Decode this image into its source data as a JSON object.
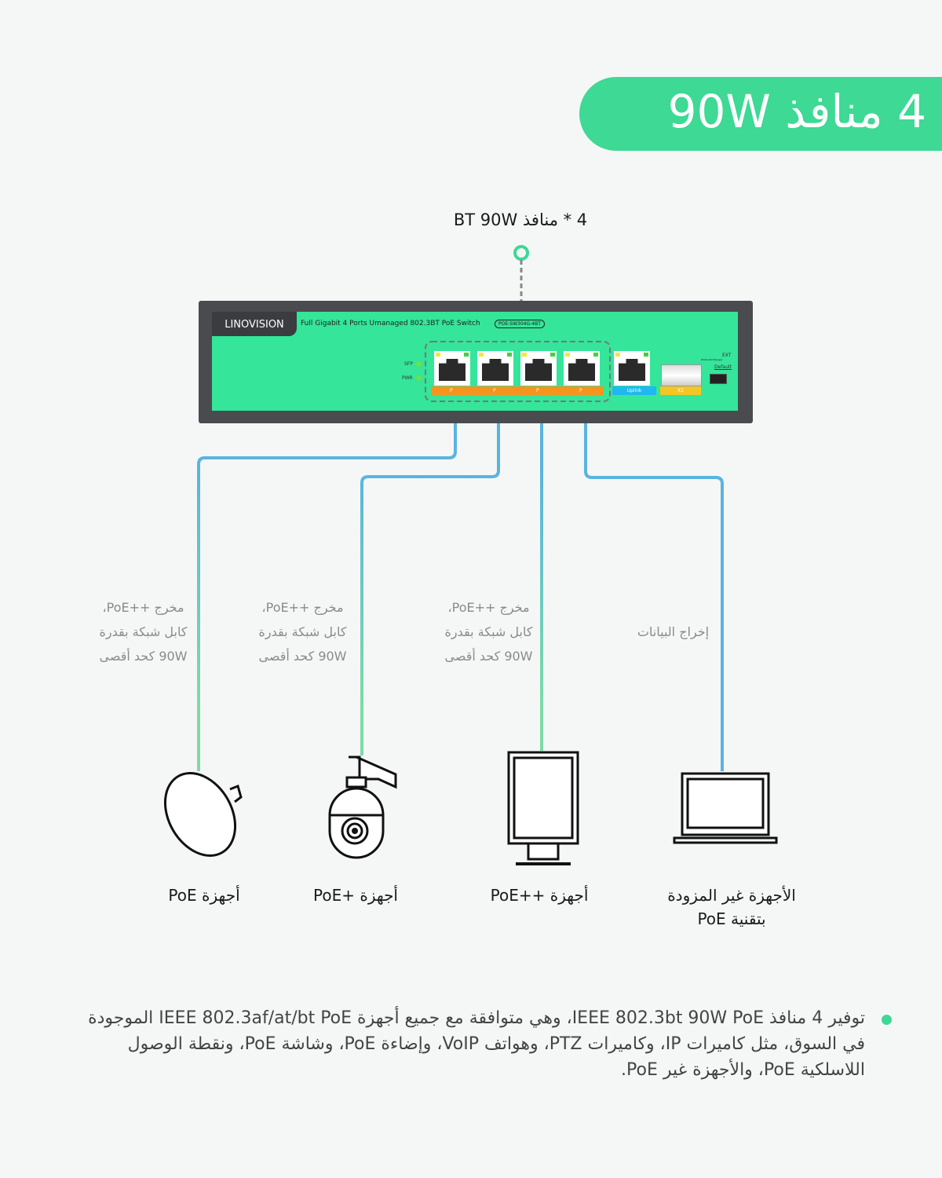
{
  "banner": {
    "title": "4 منافذ 90W"
  },
  "ports_label": "4 * منافذ BT 90W",
  "switch": {
    "brand": "LINOVISION",
    "model_text": "Full Gigabit 4 Ports Umanaged 802.3BT PoE Switch",
    "model_code": "POE-SW304G-4BT",
    "ports": [
      "P",
      "P",
      "P",
      "P"
    ],
    "uplink": "Uplink",
    "sfp_port": "X1",
    "indicators": {
      "sfp": "SFP",
      "pwr": "PWR"
    },
    "switch_labels": {
      "ext": "EXT",
      "ext_sub": "(Extended Range)",
      "default": "Default"
    }
  },
  "cable_labels": [
    {
      "lines": [
        "مخرج ++PoE،",
        "كابل شبكة بقدرة",
        "90W كحد أقصى"
      ]
    },
    {
      "lines": [
        "مخرج ++PoE،",
        "كابل شبكة بقدرة",
        "90W كحد أقصى"
      ]
    },
    {
      "lines": [
        "مخرج ++PoE،",
        "كابل شبكة بقدرة",
        "90W كحد أقصى"
      ]
    },
    {
      "lines": [
        "إخراج البيانات"
      ]
    }
  ],
  "devices": [
    {
      "label": "أجهزة PoE",
      "icon": "access-point-icon"
    },
    {
      "label": "أجهزة +PoE",
      "icon": "ptz-camera-icon"
    },
    {
      "label": "أجهزة ++PoE",
      "icon": "display-icon"
    },
    {
      "label": "الأجهزة غير المزودة بتقنية PoE",
      "icon": "laptop-icon"
    }
  ],
  "description": "توفير 4 منافذ IEEE 802.3bt 90W PoE، وهي متوافقة مع جميع أجهزة IEEE 802.3af/at/bt PoE الموجودة في السوق، مثل كاميرات IP، وكاميرات PTZ، وهواتف VoIP، وإضاءة PoE، وشاشة PoE، ونقطة الوصول اللاسلكية PoE، والأجهزة غير PoE.",
  "colors": {
    "accent": "#3dd995",
    "switch_face": "#34e59a",
    "cable_blue": "#5ab4e0",
    "cable_green": "#7ddba5",
    "port_tag": "#f7941d",
    "uplink_tag": "#20b8f0",
    "sfp_tag": "#f5c623"
  }
}
